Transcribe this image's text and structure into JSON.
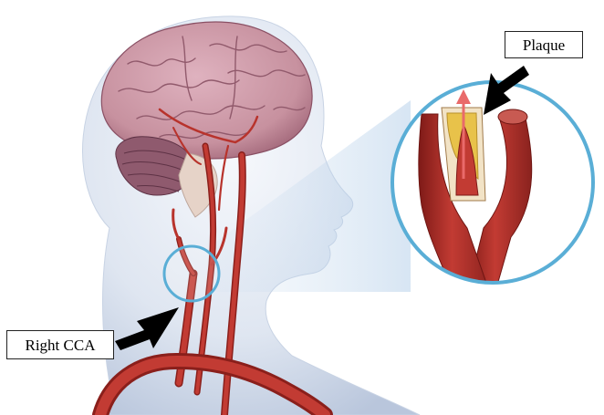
{
  "labels": {
    "plaque": "Plaque",
    "right_cca": "Right CCA"
  },
  "colors": {
    "skin_light": "#eef2f8",
    "skin_shadow": "#b9c6dc",
    "brain": "#c7919f",
    "brain_dark": "#9a5f72",
    "cerebellum": "#8f5a6e",
    "artery": "#b8332c",
    "artery_dark": "#7e1a17",
    "plaque": "#e8c24a",
    "lumen": "#d9696a",
    "ring": "#5aaed6",
    "magnifier_beam": "#c9dcef",
    "pointer": "#000000"
  },
  "icons": {
    "magnifier_ring": "circle-outline",
    "pointer_arrows": "arrowhead-filled"
  }
}
